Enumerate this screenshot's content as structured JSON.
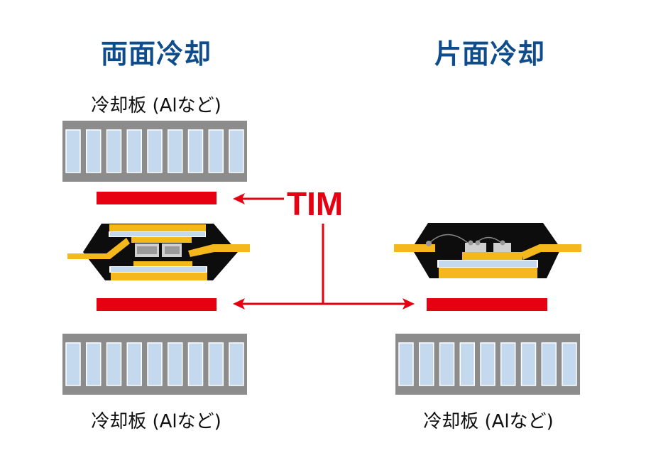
{
  "titles": {
    "double_sided": "両面冷却",
    "single_sided": "片面冷却"
  },
  "labels": {
    "cooling_plate_top_left": "冷却板 (Alなど)",
    "cooling_plate_bottom_left": "冷却板 (Alなど)",
    "cooling_plate_bottom_right": "冷却板 (Alなど)"
  },
  "tim_label": "TIM",
  "colors": {
    "title": "#0f4c8c",
    "tim": "#e60012",
    "copper": "#f5b81c",
    "insulator": "#c4d9ee",
    "plate": "#8c8c8c",
    "mold": "#0d0d0d"
  }
}
